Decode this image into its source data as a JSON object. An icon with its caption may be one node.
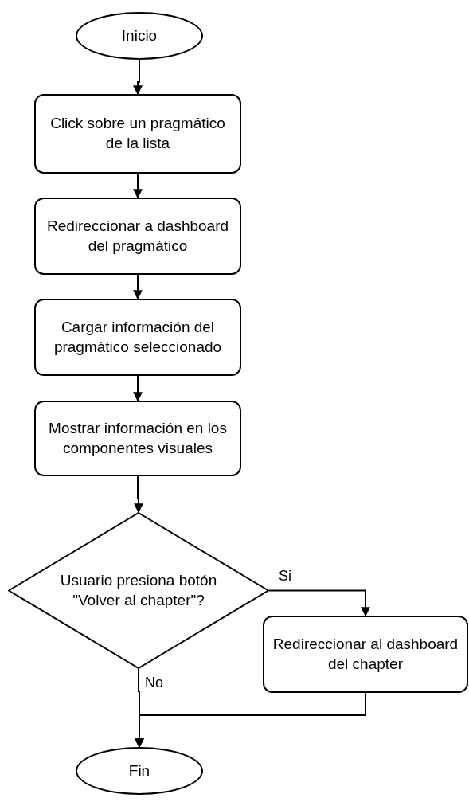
{
  "diagram": {
    "nodes": [
      {
        "text": [
          "Inicio"
        ]
      },
      {
        "text": [
          "Click sobre un pragmático de la lista"
        ]
      },
      {
        "text": [
          "Redireccionar a dashboard del pragmático"
        ]
      },
      {
        "text": [
          "Cargar información del pragmático seleccionado"
        ]
      },
      {
        "text": [
          "Mostrar información en los componentes visuales"
        ]
      },
      {
        "text": [
          "Usuario presiona botón \"Volver al chapter\"?"
        ]
      },
      {
        "text": [
          "Redireccionar al dashboard del chapter"
        ]
      },
      {
        "text": [
          "Fin"
        ]
      }
    ],
    "edges": [
      {
        "from": 0,
        "to": 1,
        "arrow": "to"
      },
      {
        "from": 1,
        "to": 2,
        "arrow": "to"
      },
      {
        "from": 2,
        "to": 3,
        "arrow": "to"
      },
      {
        "from": 3,
        "to": 4,
        "arrow": "to"
      },
      {
        "from": 4,
        "to": 5,
        "arrow": "to"
      },
      {
        "from": 5,
        "to": 6,
        "arrow": "to",
        "label": "Si"
      },
      {
        "from": 5,
        "to": 7,
        "arrow": "to",
        "label": "No"
      },
      {
        "from": 6,
        "to": 7,
        "arrow": "to"
      }
    ]
  }
}
